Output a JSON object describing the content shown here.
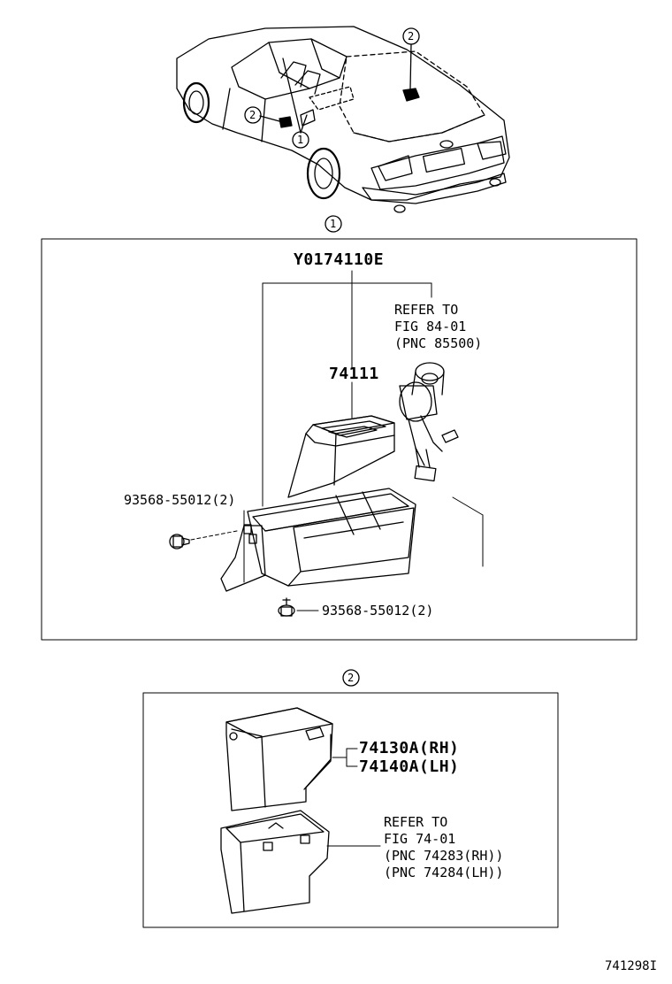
{
  "callouts": {
    "car_upper": "2",
    "car_left": "2",
    "car_middle": "1",
    "section1_ref": "1",
    "section2_ref": "2"
  },
  "section1": {
    "assembly_code": "Y0174110E",
    "refer_lines": [
      "REFER TO",
      "FIG 84-01",
      "(PNC 85500)"
    ],
    "part_main": "74111",
    "screw_left": "93568-55012(2)",
    "screw_bottom": "93568-55012(2)"
  },
  "section2": {
    "part_rh": "74130A(RH)",
    "part_lh": "74140A(LH)",
    "refer_lines": [
      "REFER TO",
      "FIG 74-01",
      "(PNC 74283(RH))",
      "(PNC 74284(LH))"
    ]
  },
  "figure_number": "741298I"
}
